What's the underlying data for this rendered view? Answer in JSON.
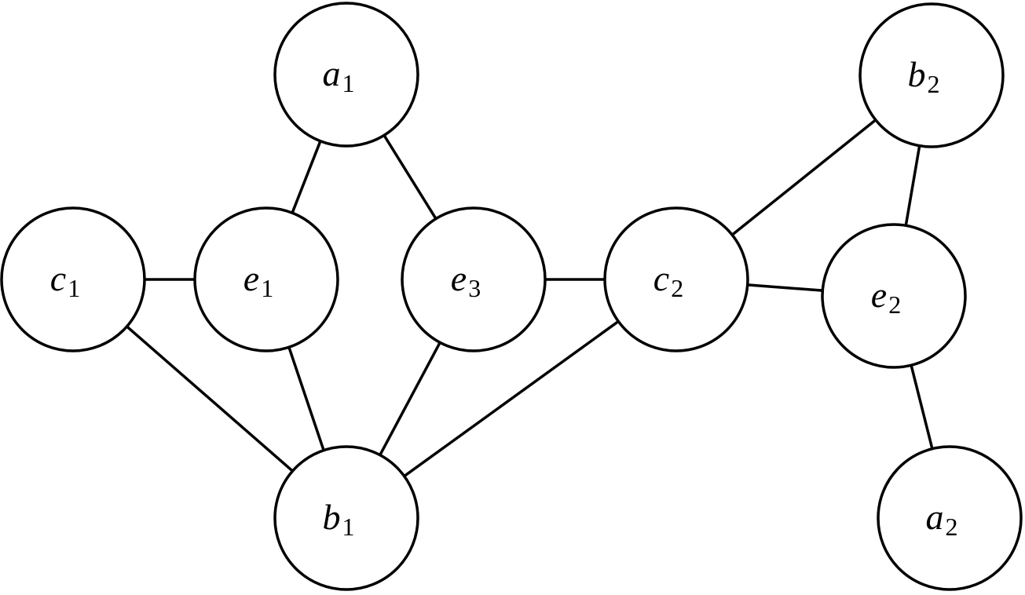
{
  "graph": {
    "colors": {
      "stroke": "#000000",
      "node_fill": "#ffffff",
      "background": "#ffffff"
    },
    "nodes": [
      {
        "id": "a1",
        "letter": "a",
        "sub": "1"
      },
      {
        "id": "c1",
        "letter": "c",
        "sub": "1"
      },
      {
        "id": "e1",
        "letter": "e",
        "sub": "1"
      },
      {
        "id": "e3",
        "letter": "e",
        "sub": "3"
      },
      {
        "id": "c2",
        "letter": "c",
        "sub": "2"
      },
      {
        "id": "b1",
        "letter": "b",
        "sub": "1"
      },
      {
        "id": "b2",
        "letter": "b",
        "sub": "2"
      },
      {
        "id": "e2",
        "letter": "e",
        "sub": "2"
      },
      {
        "id": "a2",
        "letter": "a",
        "sub": "2"
      }
    ],
    "edges": [
      [
        "a1",
        "e1"
      ],
      [
        "a1",
        "e3"
      ],
      [
        "c1",
        "e1"
      ],
      [
        "c1",
        "b1"
      ],
      [
        "e1",
        "b1"
      ],
      [
        "e3",
        "b1"
      ],
      [
        "e3",
        "c2"
      ],
      [
        "c2",
        "b1"
      ],
      [
        "c2",
        "b2"
      ],
      [
        "c2",
        "e2"
      ],
      [
        "b2",
        "e2"
      ],
      [
        "e2",
        "a2"
      ]
    ]
  }
}
